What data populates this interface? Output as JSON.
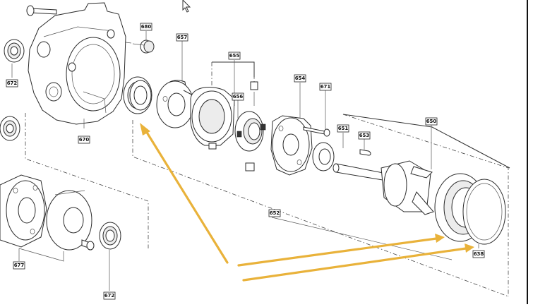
{
  "part_labels": {
    "p680": "680",
    "p657": "657",
    "p655": "655",
    "p656": "656",
    "p654": "654",
    "p671": "671",
    "p651": "651",
    "p653": "653",
    "p650": "650",
    "p670": "670",
    "p672a": "672",
    "p672b": "672",
    "p652": "652",
    "p638": "638",
    "p677": "677"
  },
  "colors": {
    "annotation_arrow": "#e9b23a",
    "line_art": "#2b2b2b",
    "background": "#ffffff"
  },
  "cursor": {
    "icon": "mouse-pointer-icon"
  }
}
